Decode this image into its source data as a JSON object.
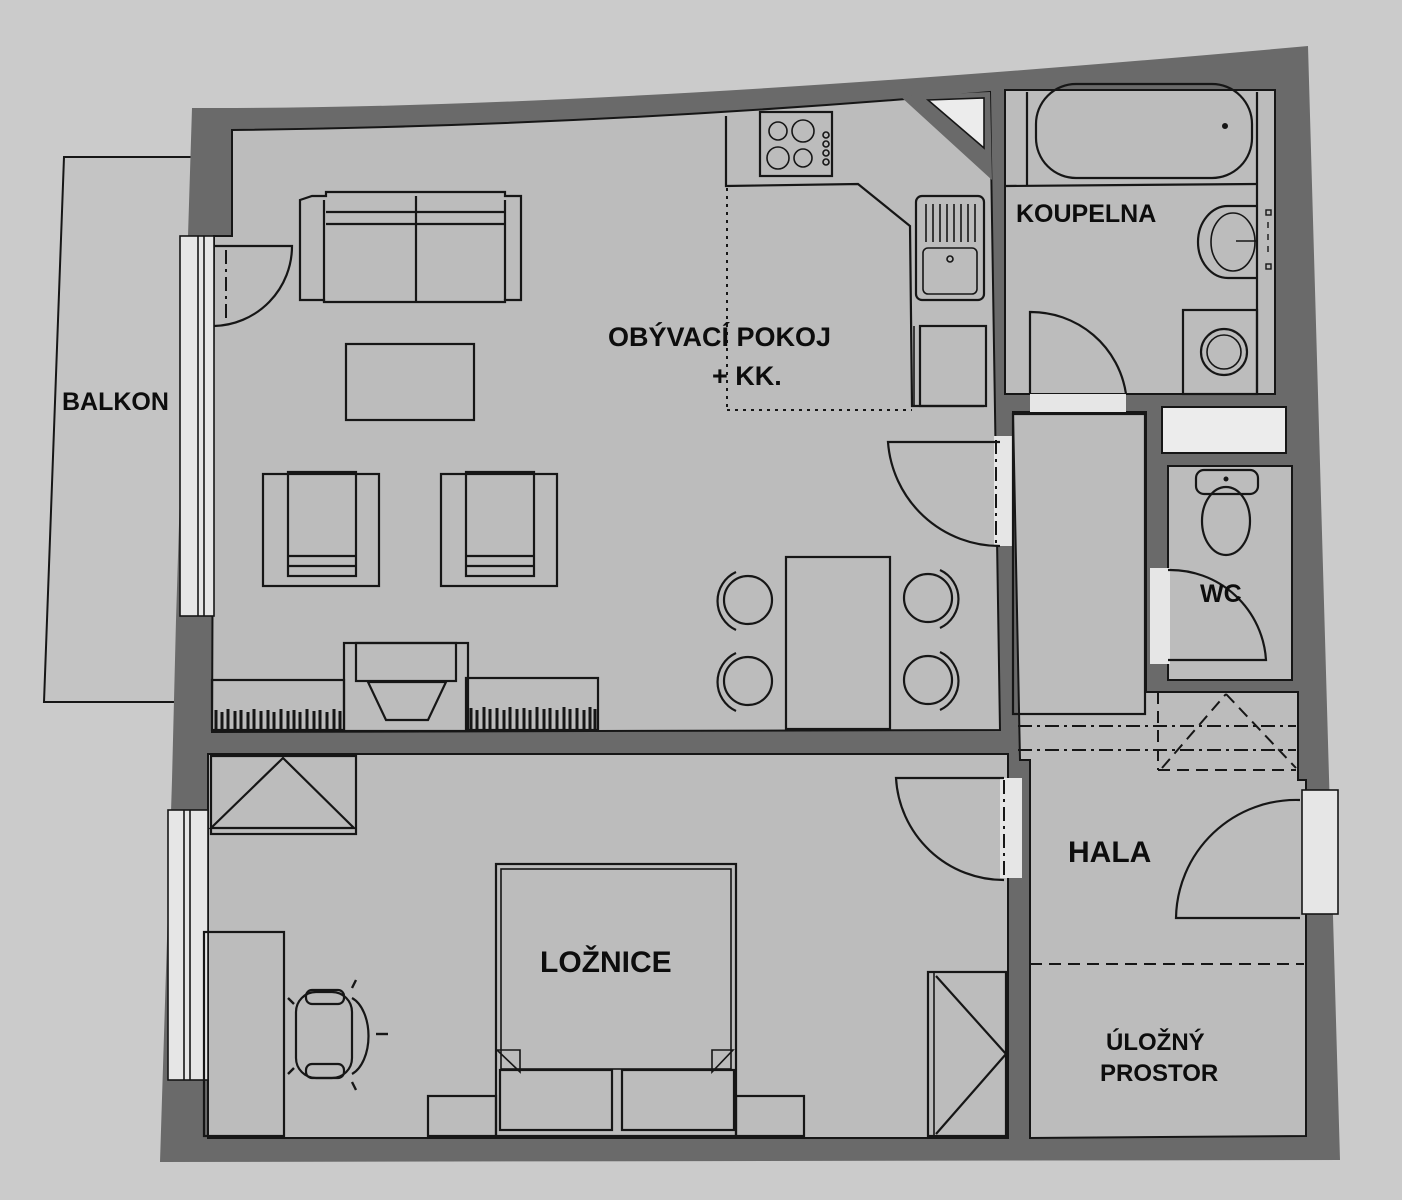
{
  "plan": {
    "title": "Floor plan",
    "rooms": {
      "balcony": {
        "label": "BALKON"
      },
      "living": {
        "label_line1": "OBÝVACÍ POKOJ",
        "label_line2": "+ KK."
      },
      "bathroom": {
        "label": "KOUPELNA"
      },
      "wc": {
        "label": "WC"
      },
      "hall": {
        "label": "HALA"
      },
      "bedroom": {
        "label": "LOŽNICE"
      },
      "storage": {
        "label_line1": "ÚLOŽNÝ",
        "label_line2": "PROSTOR"
      }
    },
    "colors": {
      "paper": "#cbcbcb",
      "floor": "#bcbcbc",
      "wall": "#6a6a6a",
      "line": "#161616",
      "window": "#e6e6e6"
    },
    "furniture": {
      "living": [
        "sofa",
        "coffee-table",
        "armchair",
        "armchair",
        "tv-stand",
        "bookshelf",
        "bookshelf",
        "dining-table",
        "chair",
        "chair",
        "chair",
        "chair"
      ],
      "kitchen": [
        "cooktop",
        "sink",
        "counter",
        "cabinet"
      ],
      "bathroom": [
        "bathtub",
        "washbasin",
        "washing-machine"
      ],
      "wc": [
        "toilet"
      ],
      "bedroom": [
        "double-bed",
        "nightstand",
        "nightstand",
        "wardrobe",
        "desk",
        "office-chair",
        "corner-wardrobe"
      ],
      "hall": [
        "wardrobe"
      ]
    }
  }
}
